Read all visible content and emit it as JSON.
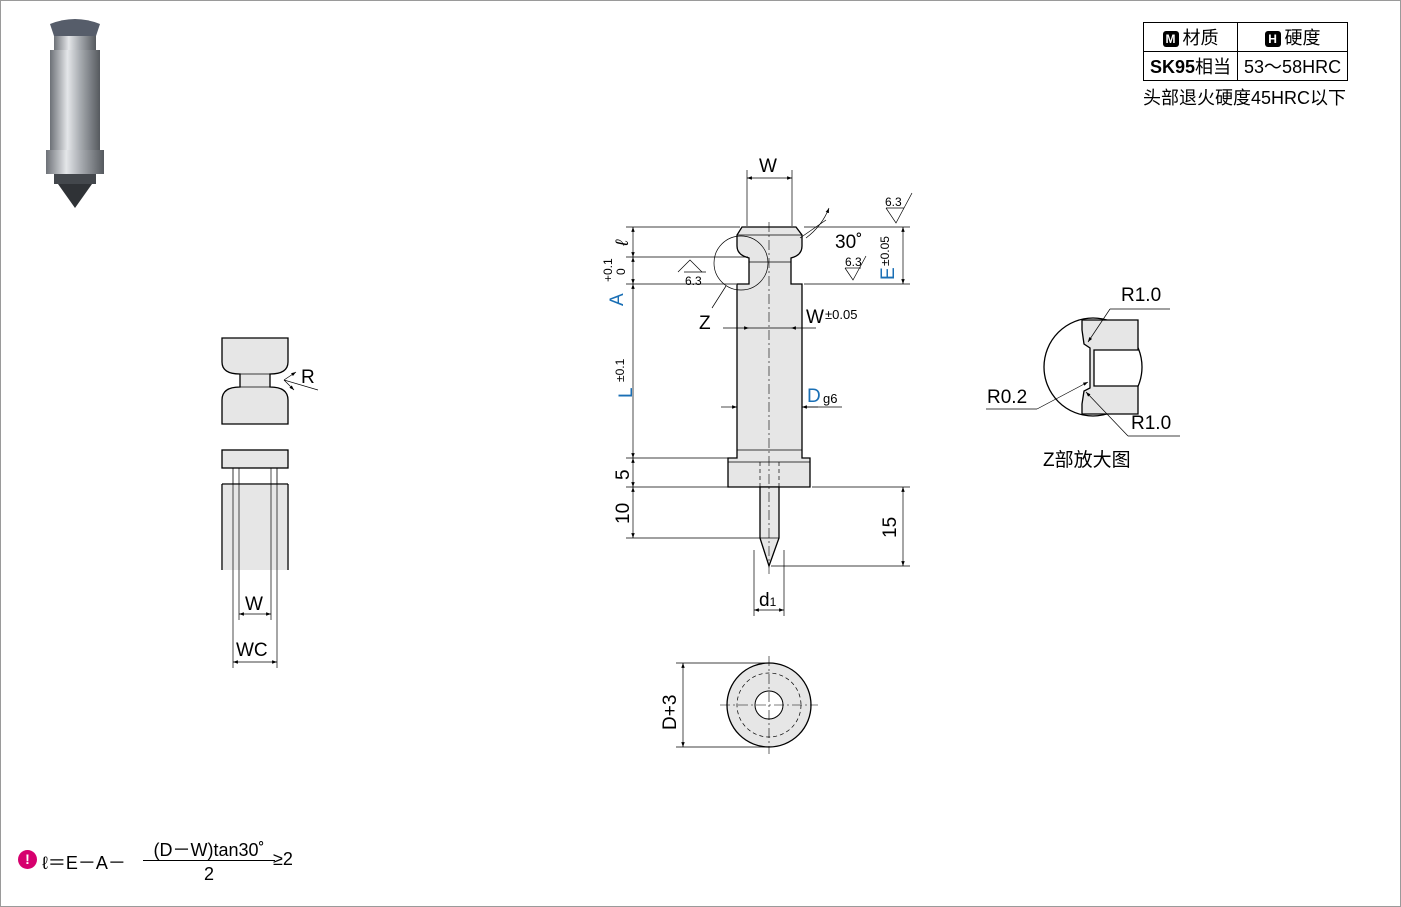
{
  "spec_table": {
    "material_icon": "M",
    "material_header": "材质",
    "hardness_icon": "H",
    "hardness_header": "硬度",
    "material_value_bold": "SK95",
    "material_value_suffix": "相当",
    "hardness_value": "53～58HRC"
  },
  "spec_note": "头部退火硬度45HRC以下",
  "detail_left": {
    "label_R": "R",
    "label_W": "W",
    "label_WC": "WC"
  },
  "main_view": {
    "label_W_top": "W",
    "label_angle": "30˚",
    "roughness_1": "6.3",
    "roughness_2": "6.3",
    "roughness_3": "6.3",
    "label_E": "E",
    "label_E_tol": "±0.05",
    "label_l": "ℓ",
    "label_A": "A",
    "label_A_tol_upper": "+0.1",
    "label_A_tol_lower": "0",
    "label_Z": "Z",
    "label_W_tol": "W",
    "label_W_tol_value": "±0.05",
    "label_L": "L",
    "label_L_tol": "±0.1",
    "label_D": "D",
    "label_D_fit": "g6",
    "label_5": "5",
    "label_10": "10",
    "label_15": "15",
    "label_d1": "d",
    "label_d1_sub": "1"
  },
  "end_view": {
    "label_D_plus3": "D+3"
  },
  "z_detail": {
    "label_R1_top": "R1.0",
    "label_R02": "R0.2",
    "label_R1_bottom": "R1.0",
    "caption": "Z部放大图"
  },
  "formula": {
    "icon": "!",
    "lhs": "ℓ＝E－A－",
    "numerator": "(D－W)tan30˚",
    "denominator": "2",
    "rhs": "≥2"
  },
  "colors": {
    "blue_labels": "#1a6fb5",
    "formula_icon": "#d6006e",
    "part_fill": "#e6e6e6"
  }
}
